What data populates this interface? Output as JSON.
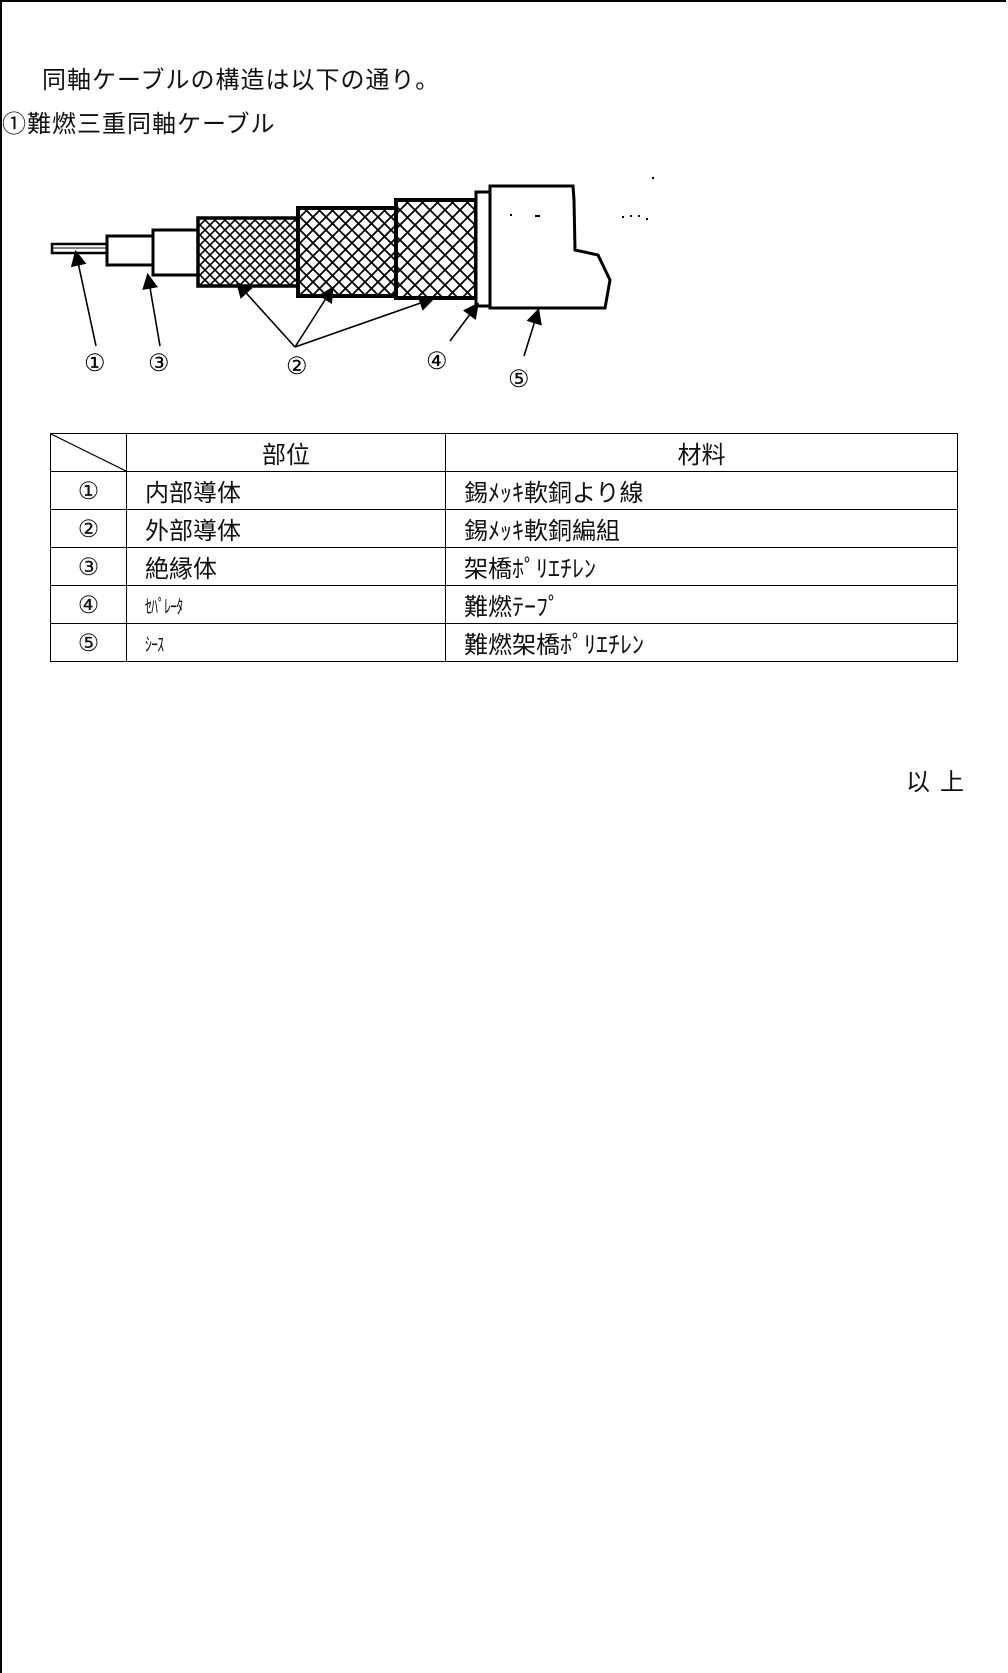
{
  "intro": "同軸ケーブルの構造は以下の通り。",
  "heading": "①難燃三重同軸ケーブル",
  "figure": {
    "callouts": [
      "①",
      "③",
      "②",
      "④",
      "⑤"
    ]
  },
  "table": {
    "headers": [
      "部位",
      "材料"
    ],
    "rows": [
      {
        "num": "①",
        "part": "内部導体",
        "material": "錫ﾒｯｷ軟銅より線"
      },
      {
        "num": "②",
        "part": "外部導体",
        "material": "錫ﾒｯｷ軟銅編組"
      },
      {
        "num": "③",
        "part": "絶縁体",
        "material": "架橋ﾎﾟﾘｴﾁﾚﾝ"
      },
      {
        "num": "④",
        "part": "ｾﾊﾟﾚｰﾀ",
        "material": "難燃ﾃｰﾌﾟ"
      },
      {
        "num": "⑤",
        "part": "ｼｰｽ",
        "material": "難燃架橋ﾎﾟﾘｴﾁﾚﾝ"
      }
    ]
  },
  "ending": "以上"
}
